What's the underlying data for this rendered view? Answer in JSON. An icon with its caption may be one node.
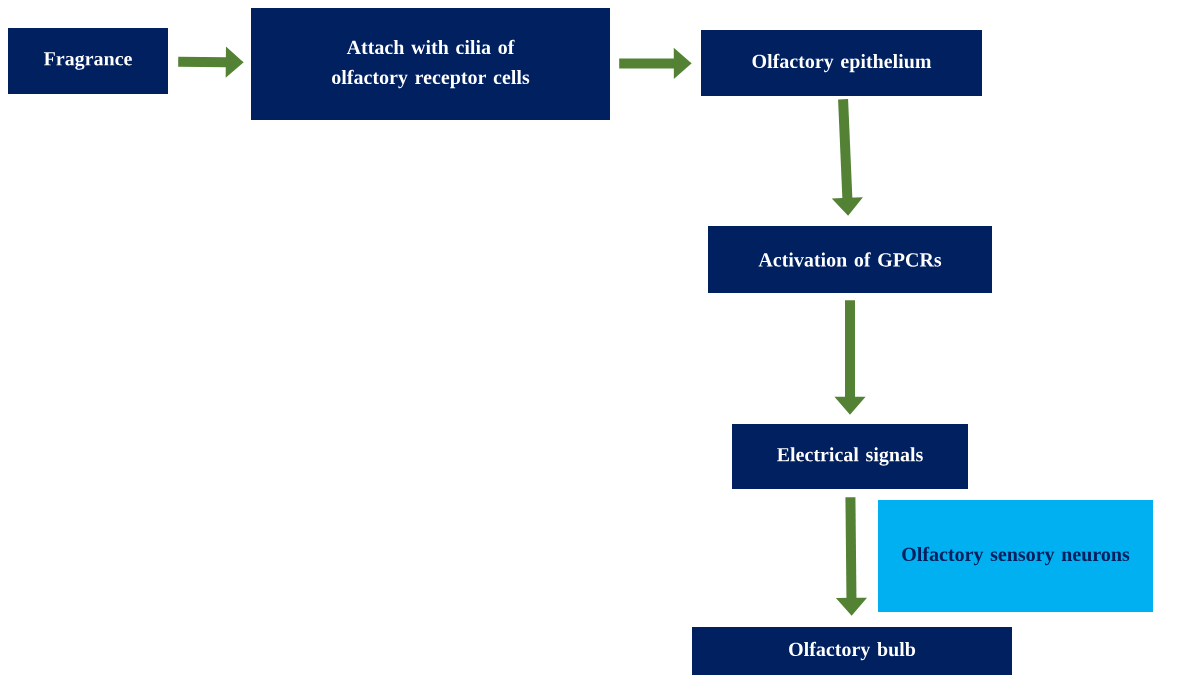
{
  "diagram": {
    "nodes": [
      {
        "text": [
          "Fragrance"
        ]
      },
      {
        "text": [
          "Attach with cilia of olfactory receptor cells"
        ]
      },
      {
        "text": [
          "Olfactory epithelium"
        ]
      },
      {
        "text": [
          "Activation of GPCRs"
        ]
      },
      {
        "text": [
          "Electrical signals"
        ]
      },
      {
        "text": [
          "Olfactory sensory neurons"
        ]
      },
      {
        "text": [
          "Olfactory bulb"
        ]
      }
    ],
    "edges": [
      {
        "from": 0,
        "to": 1,
        "arrow": "to"
      },
      {
        "from": 1,
        "to": 2,
        "arrow": "to"
      },
      {
        "from": 2,
        "to": 3,
        "arrow": "to"
      },
      {
        "from": 3,
        "to": 4,
        "arrow": "to"
      },
      {
        "from": 4,
        "to": 6,
        "arrow": "to"
      }
    ]
  }
}
